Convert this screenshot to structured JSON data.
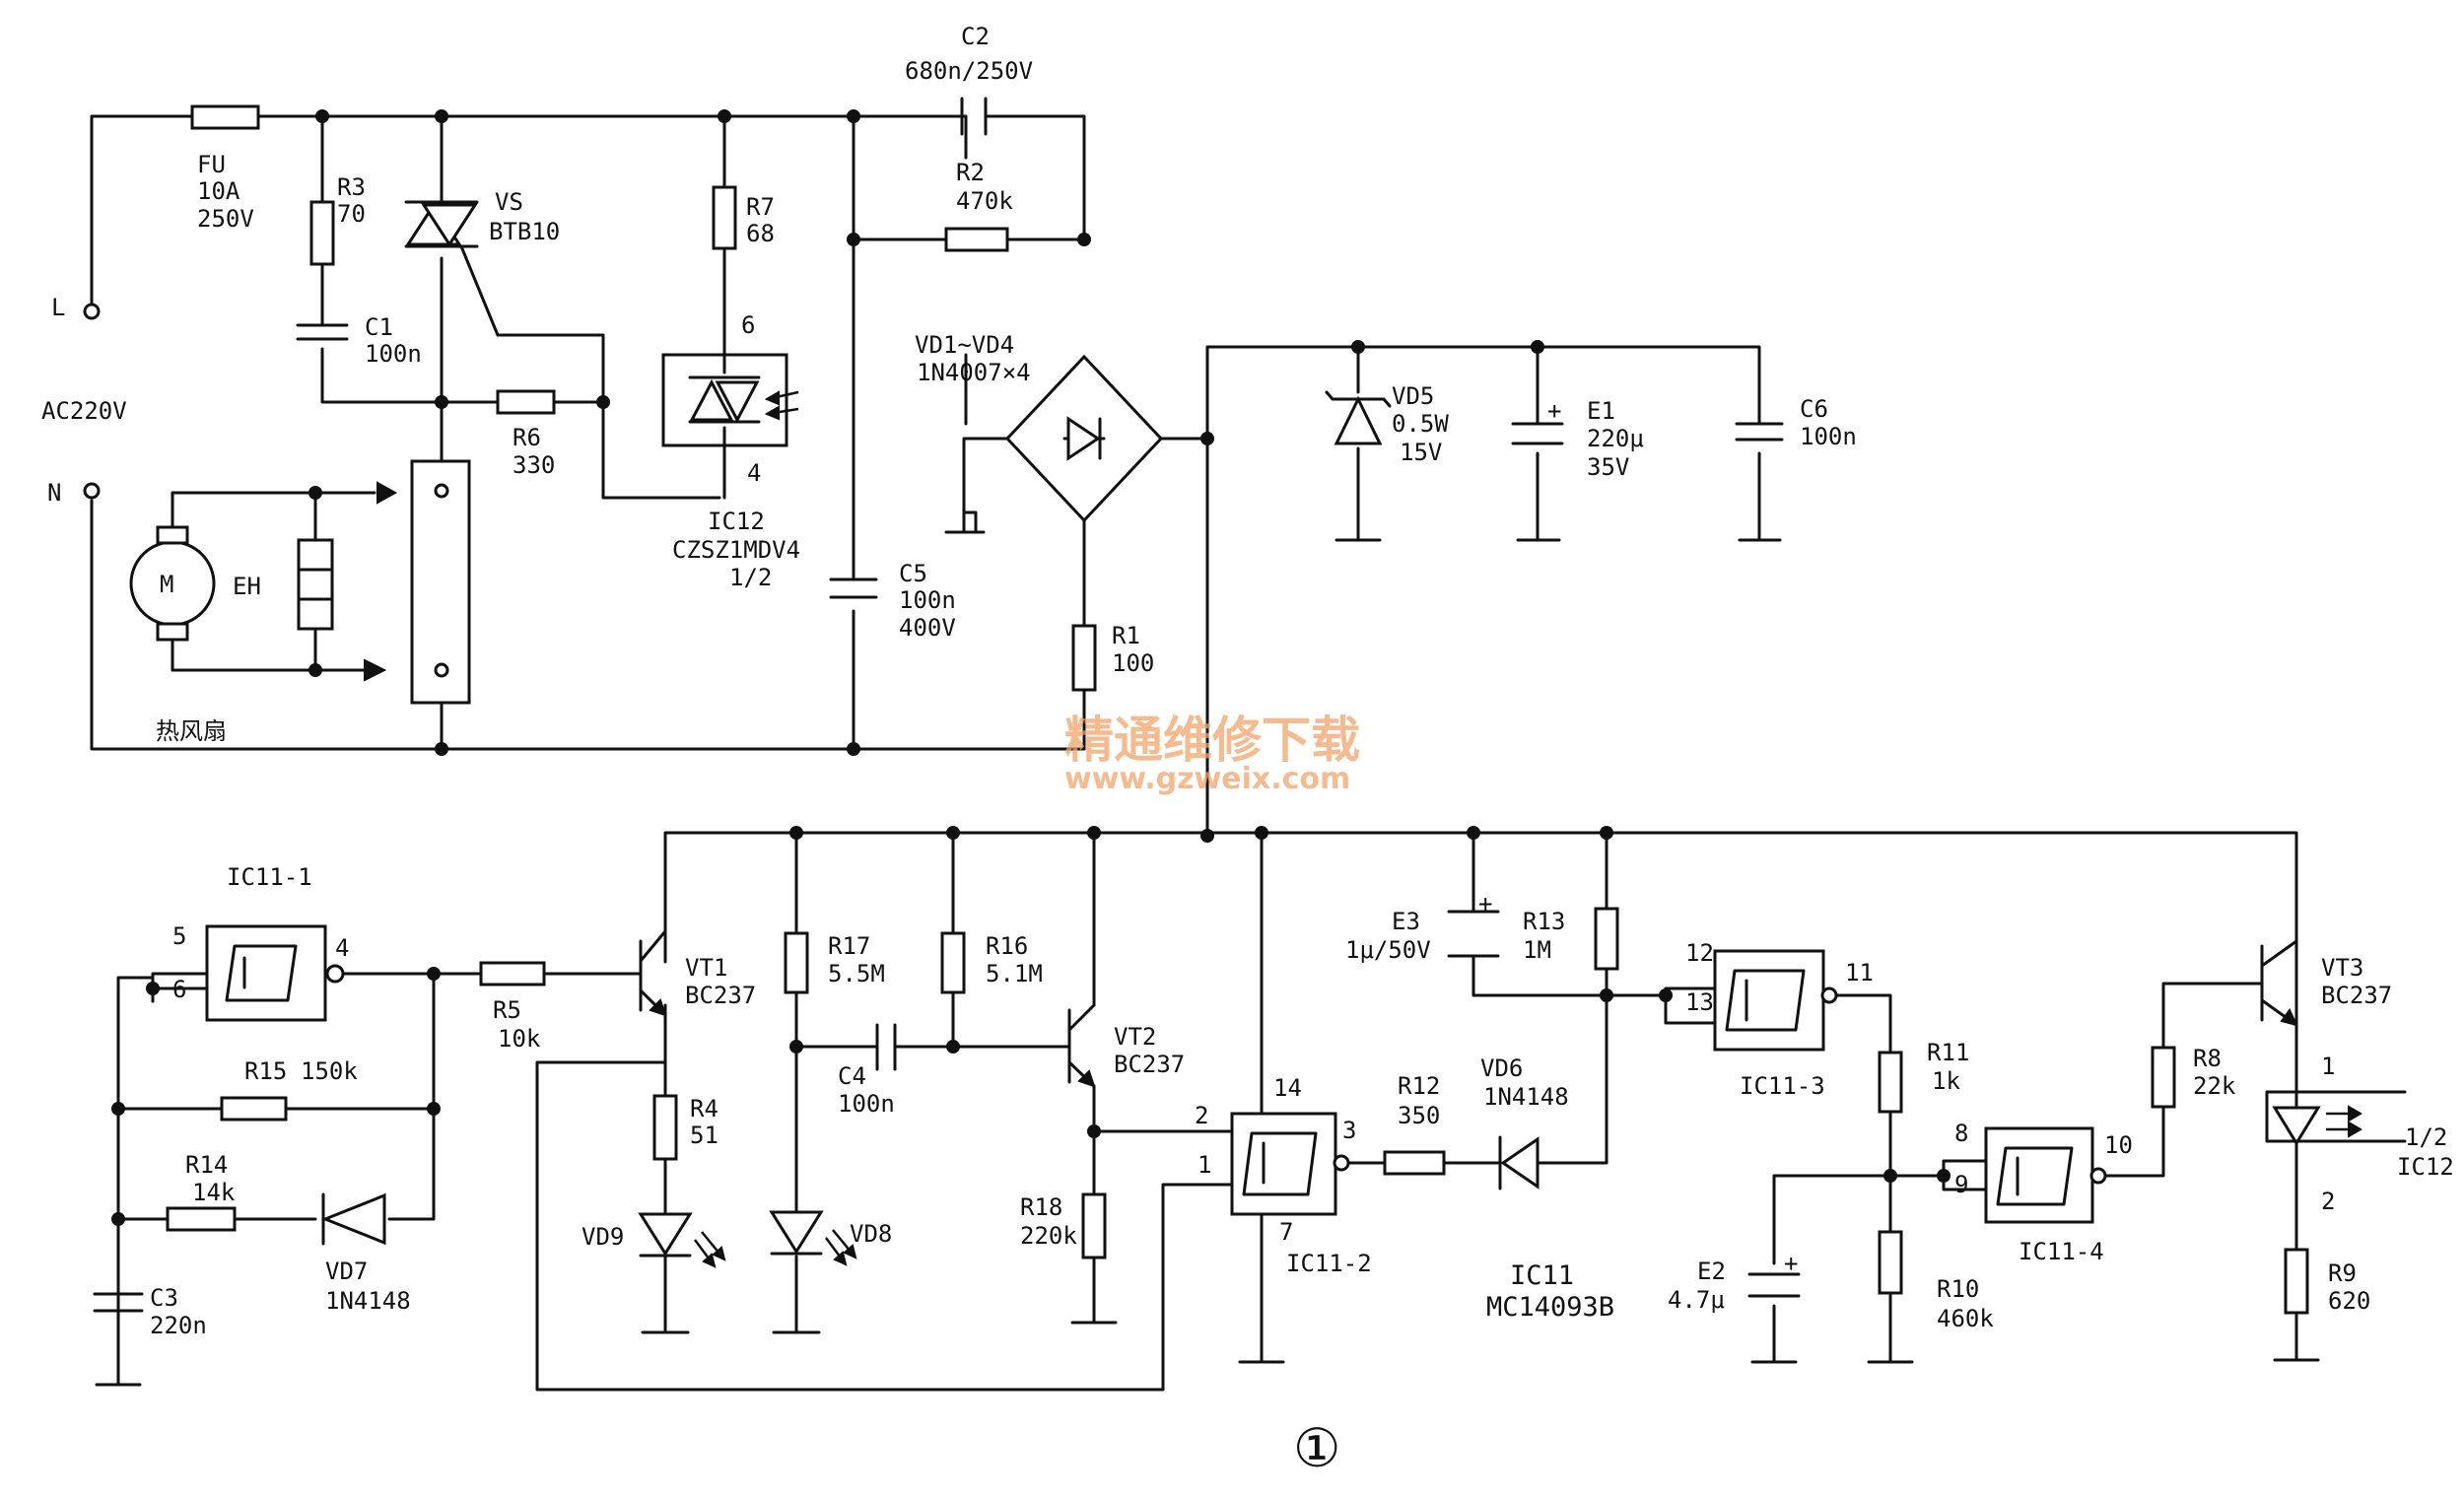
{
  "figure_number": "①",
  "watermark": {
    "cn": "精通维修下载",
    "url": "www.gzweix.com"
  },
  "labels": {
    "L": "L",
    "N": "N",
    "AC": "AC220V",
    "FU": "FU",
    "FU_v1": "10A",
    "FU_v2": "250V",
    "R3": "R3",
    "R3_v": "70",
    "C1": "C1",
    "C1_v": "100n",
    "VS": "VS",
    "VS_v": "BTB10",
    "R6": "R6",
    "R6_v": "330",
    "R7": "R7",
    "R7_v": "68",
    "pin6": "6",
    "pin4": "4",
    "IC12": "IC12",
    "IC12_v1": "CZSZ1MDV4",
    "IC12_v2": "1/2",
    "C2": "C2",
    "C2_v": "680n/250V",
    "R2": "R2",
    "R2_v": "470k",
    "VD14": "VD1~VD4",
    "VD14_v": "1N4007×4",
    "C5": "C5",
    "C5_v1": "100n",
    "C5_v2": "400V",
    "R1": "R1",
    "R1_v": "100",
    "VD5": "VD5",
    "VD5_v1": "0.5W",
    "VD5_v2": "15V",
    "E1": "E1",
    "E1_v1": "220μ",
    "E1_v2": "35V",
    "C6": "C6",
    "C6_v": "100n",
    "M": "M",
    "EH": "EH",
    "fan": "热风扇",
    "IC11_1": "IC11-1",
    "p5": "5",
    "p6": "6",
    "p4": "4",
    "R15": "R15",
    "R15_v": "150k",
    "R14": "R14",
    "R14_v": "14k",
    "VD7": "VD7",
    "VD7_v": "1N4148",
    "C3": "C3",
    "C3_v": "220n",
    "R5": "R5",
    "R5_v": "10k",
    "VT1": "VT1",
    "VT1_v": "BC237",
    "R4": "R4",
    "R4_v": "51",
    "VD9": "VD9",
    "R17": "R17",
    "R17_v": "5.5M",
    "R16": "R16",
    "R16_v": "5.1M",
    "C4": "C4",
    "C4_v": "100n",
    "VD8": "VD8",
    "VT2": "VT2",
    "VT2_v": "BC237",
    "R18": "R18",
    "R18_v": "220k",
    "p14": "14",
    "p2": "2",
    "p1": "1",
    "p3": "3",
    "p7": "7",
    "IC11_2": "IC11-2",
    "R12": "R12",
    "R12_v": "350",
    "VD6": "VD6",
    "VD6_v": "1N4148",
    "E3": "E3",
    "E3_v": "1μ/50V",
    "R13": "R13",
    "R13_v": "1M",
    "IC11": "IC11",
    "IC11_v": "MC14093B",
    "p12": "12",
    "p13": "13",
    "p11": "11",
    "IC11_3": "IC11-3",
    "R11": "R11",
    "R11_v": "1k",
    "p8": "8",
    "p9": "9",
    "p10": "10",
    "IC11_4": "IC11-4",
    "E2": "E2",
    "E2_v": "4.7μ",
    "R10": "R10",
    "R10_v": "460k",
    "R8": "R8",
    "R8_v": "22k",
    "VT3": "VT3",
    "VT3_v": "BC237",
    "opt1": "1",
    "opt2": "2",
    "opt_half": "1/2",
    "opt_ic": "IC12",
    "R9": "R9",
    "R9_v": "620",
    "plus": "+"
  }
}
